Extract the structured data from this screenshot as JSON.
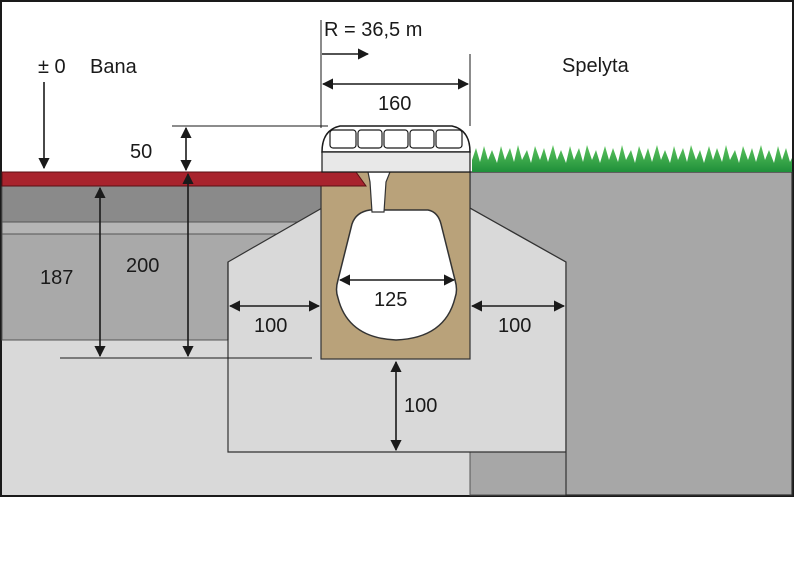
{
  "labels": {
    "radius": "R = 36,5 m",
    "zero_level": "± 0",
    "track": "Bana",
    "gap": "Spelyta"
  },
  "dimensions": {
    "grate_width": "160",
    "grate_height": "50",
    "base_depth_inner": "187",
    "base_depth_outer": "200",
    "channel_width": "125",
    "side_left": "100",
    "side_right": "100",
    "bottom": "100"
  },
  "colors": {
    "track_surface": "#a8232d",
    "soil": "#a7a7a7",
    "concrete": "#d9d9d9",
    "base_layer": "#8a8a8a",
    "drain_body": "#b9a27a",
    "grass": "#3aa845"
  }
}
